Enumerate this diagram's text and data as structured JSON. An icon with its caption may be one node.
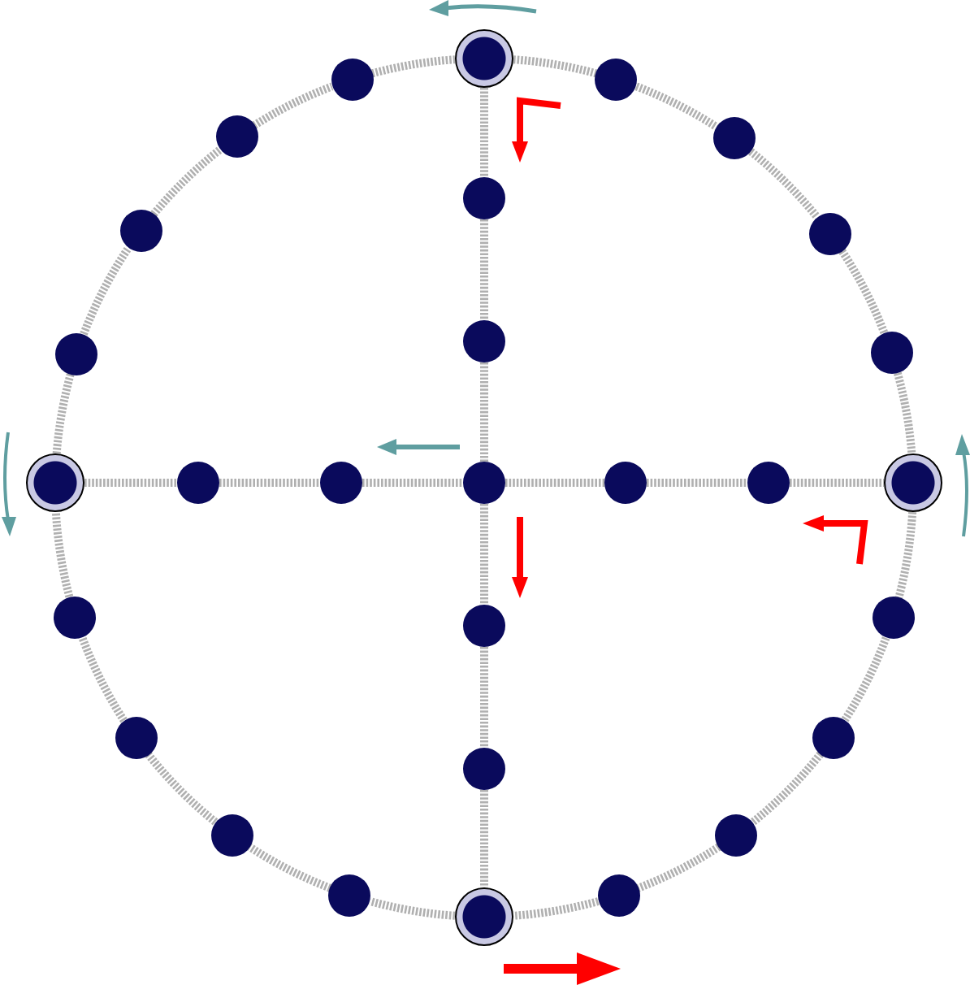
{
  "diagram": {
    "nodes": [
      {
        "text": [],
        "shape": "circle"
      },
      {
        "text": [],
        "shape": "circle"
      },
      {
        "text": [],
        "shape": "circle"
      },
      {
        "text": [],
        "shape": "circle"
      },
      {
        "text": [],
        "shape": "circle"
      },
      {
        "text": [],
        "shape": "circle"
      },
      {
        "text": [],
        "shape": "circle"
      },
      {
        "text": [],
        "shape": "circle"
      },
      {
        "text": [],
        "shape": "circle"
      },
      {
        "text": [],
        "shape": "circle"
      },
      {
        "text": [],
        "shape": "circle"
      },
      {
        "text": [],
        "shape": "circle"
      },
      {
        "text": [],
        "shape": "circle"
      },
      {
        "text": [],
        "shape": "circle"
      },
      {
        "text": [],
        "shape": "circle"
      },
      {
        "text": [],
        "shape": "circle"
      },
      {
        "text": [],
        "shape": "circle"
      },
      {
        "text": [],
        "shape": "circle"
      },
      {
        "text": [],
        "shape": "circle"
      },
      {
        "text": [],
        "shape": "circle"
      },
      {
        "text": [],
        "shape": "circle"
      },
      {
        "text": [],
        "shape": "circle"
      },
      {
        "text": [],
        "shape": "circle"
      },
      {
        "text": [],
        "shape": "circle"
      },
      {
        "text": [],
        "shape": "circle"
      },
      {
        "text": [],
        "shape": "circle"
      },
      {
        "text": [],
        "shape": "circle"
      },
      {
        "text": [],
        "shape": "circle"
      },
      {
        "text": [],
        "shape": "circle"
      }
    ],
    "edges": [
      {
        "from": 0,
        "to": 2,
        "arrow": "none"
      },
      {
        "from": 2,
        "to": 4,
        "arrow": "none"
      },
      {
        "from": 4,
        "to": 7,
        "arrow": "none"
      },
      {
        "from": 7,
        "to": 10,
        "arrow": "none"
      },
      {
        "from": 10,
        "to": 17,
        "arrow": "none"
      },
      {
        "from": 17,
        "to": 19,
        "arrow": "none"
      },
      {
        "from": 19,
        "to": 22,
        "arrow": "none"
      },
      {
        "from": 22,
        "to": 25,
        "arrow": "none"
      },
      {
        "from": 25,
        "to": 27,
        "arrow": "none"
      },
      {
        "from": 27,
        "to": 28,
        "arrow": "none"
      },
      {
        "from": 28,
        "to": 26,
        "arrow": "none"
      },
      {
        "from": 26,
        "to": 24,
        "arrow": "none"
      },
      {
        "from": 24,
        "to": 21,
        "arrow": "none"
      },
      {
        "from": 21,
        "to": 18,
        "arrow": "none"
      },
      {
        "from": 18,
        "to": 11,
        "arrow": "none"
      },
      {
        "from": 11,
        "to": 9,
        "arrow": "none"
      },
      {
        "from": 9,
        "to": 6,
        "arrow": "none"
      },
      {
        "from": 6,
        "to": 3,
        "arrow": "none"
      },
      {
        "from": 3,
        "to": 1,
        "arrow": "none"
      },
      {
        "from": 1,
        "to": 0,
        "arrow": "none"
      },
      {
        "from": 0,
        "to": 5,
        "arrow": "none"
      },
      {
        "from": 5,
        "to": 8,
        "arrow": "none"
      },
      {
        "from": 8,
        "to": 14,
        "arrow": "none"
      },
      {
        "from": 14,
        "to": 20,
        "arrow": "none"
      },
      {
        "from": 20,
        "to": 23,
        "arrow": "none"
      },
      {
        "from": 23,
        "to": 28,
        "arrow": "none"
      },
      {
        "from": 11,
        "to": 12,
        "arrow": "none"
      },
      {
        "from": 12,
        "to": 13,
        "arrow": "none"
      },
      {
        "from": 13,
        "to": 14,
        "arrow": "none"
      },
      {
        "from": 14,
        "to": 15,
        "arrow": "none"
      },
      {
        "from": 15,
        "to": 16,
        "arrow": "none"
      },
      {
        "from": 16,
        "to": 17,
        "arrow": "none"
      }
    ]
  }
}
